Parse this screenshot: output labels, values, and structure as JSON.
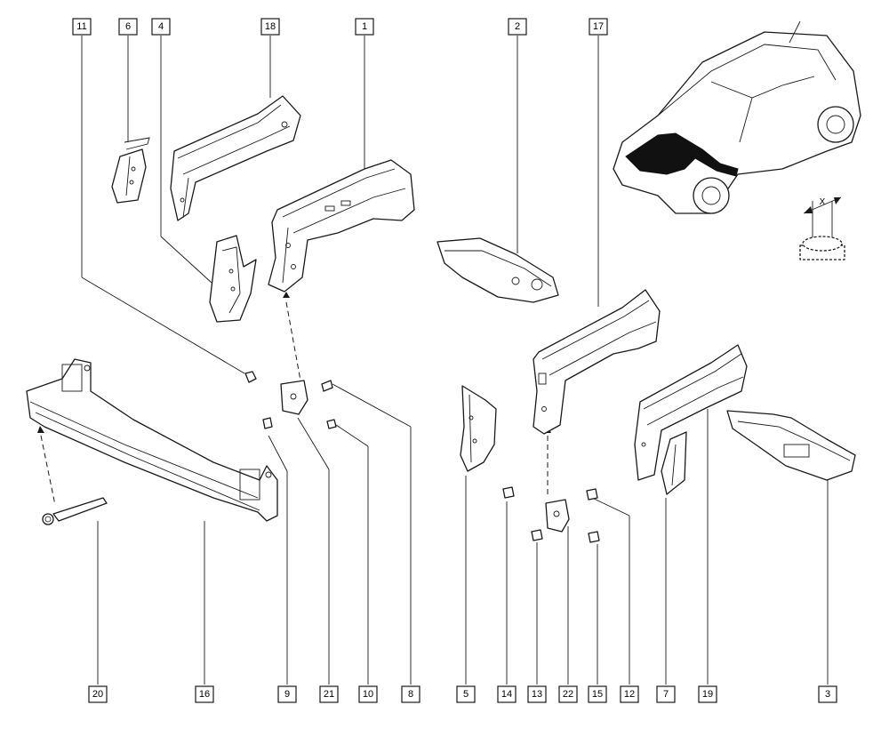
{
  "diagram": {
    "labels": [
      "11",
      "6",
      "4",
      "18",
      "1",
      "2",
      "17",
      "20",
      "16",
      "9",
      "21",
      "10",
      "8",
      "5",
      "14",
      "13",
      "22",
      "15",
      "12",
      "7",
      "19",
      "3"
    ],
    "dimension_mark": "X",
    "colors": {
      "line": "#1a1a1a",
      "background": "#ffffff",
      "highlight": "#111111"
    }
  }
}
